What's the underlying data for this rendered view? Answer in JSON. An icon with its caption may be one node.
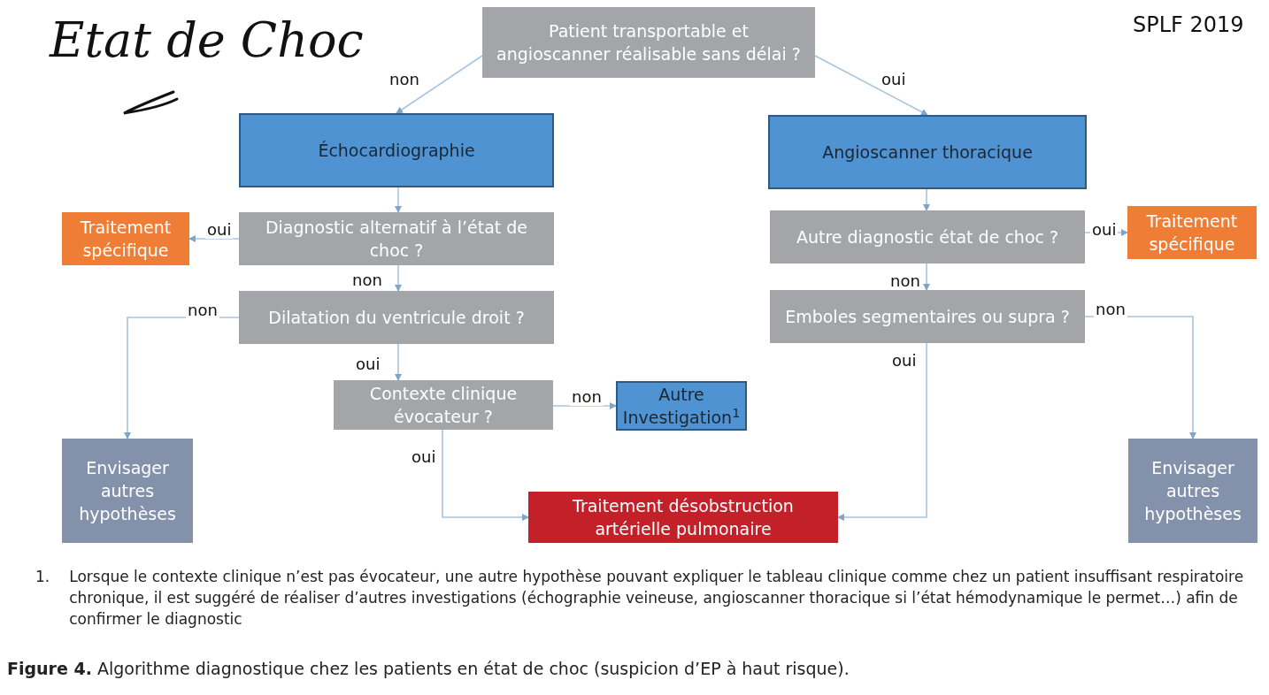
{
  "diagram": {
    "caption": "**Figure 4.** Algorithme diagnostique chez les patients en état de choc (suspicion d’EP à haut risque).",
    "nodes": [
      {
        "text": [
          "Patient transportable et angioscanner réalisable sans délai ?"
        ]
      },
      {
        "text": [
          "Échocardiographie"
        ]
      },
      {
        "text": [
          "Angioscanner thoracique"
        ]
      },
      {
        "text": [
          "Traitement spécifique"
        ]
      },
      {
        "text": [
          "Diagnostic alternatif à l’état de choc ?"
        ]
      },
      {
        "text": [
          "Autre diagnostic état de choc ?"
        ]
      },
      {
        "text": [
          "Traitement spécifique"
        ]
      },
      {
        "text": [
          "Dilatation du ventricule droit ?"
        ]
      },
      {
        "text": [
          "Emboles segmentaires ou supra ?"
        ]
      },
      {
        "text": [
          "Contexte clinique évocateur ?"
        ]
      },
      {
        "text": [
          "Autre Investigation$^{1}$"
        ]
      },
      {
        "text": [
          "Envisager autres hypothèses"
        ]
      },
      {
        "text": [
          "Traitement désobstruction artérielle pulmonaire"
        ]
      },
      {
        "text": [
          "Envisager autres hypothèses"
        ]
      }
    ],
    "edges": [
      {
        "from": 0,
        "to": 1,
        "arrow": "to",
        "label": "non"
      },
      {
        "from": 0,
        "to": 2,
        "arrow": "to",
        "label": "oui"
      },
      {
        "from": 1,
        "to": 4,
        "arrow": "to"
      },
      {
        "from": 4,
        "to": 3,
        "arrow": "to",
        "label": "oui"
      },
      {
        "from": 4,
        "to": 7,
        "arrow": "to",
        "label": "non"
      },
      {
        "from": 7,
        "to": 11,
        "arrow": "to",
        "label": "non"
      },
      {
        "from": 7,
        "to": 9,
        "arrow": "to",
        "label": "oui"
      },
      {
        "from": 9,
        "to": 10,
        "arrow": "to",
        "label": "non"
      },
      {
        "from": 9,
        "to": 12,
        "arrow": "to",
        "label": "oui"
      },
      {
        "from": 2,
        "to": 5,
        "arrow": "to"
      },
      {
        "from": 5,
        "to": 6,
        "arrow": "to",
        "label": "oui"
      },
      {
        "from": 5,
        "to": 8,
        "arrow": "to",
        "label": "non"
      },
      {
        "from": 8,
        "to": 13,
        "arrow": "to",
        "label": "non"
      },
      {
        "from": 8,
        "to": 12,
        "arrow": "to",
        "label": "oui"
      }
    ],
    "labels": [
      "Etat de Choc",
      "SPLF 2019",
      "1.",
      "Lorsque le contexte clinique n’est pas évocateur, une autre hypothèse pouvant expliquer le tableau clinique comme chez un patient insuffisant respiratoire chronique, il est suggéré de réaliser d’autres investigations (échographie veineuse, angioscanner thoracique si l’état hémodynamique le permet…) afin de confirmer le diagnostic"
    ]
  }
}
